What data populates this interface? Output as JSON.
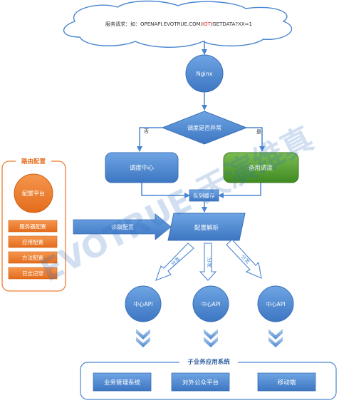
{
  "cloud": {
    "prefix": "服务请求：如：OPENAPI.EVOTRUE.COM/",
    "highlight": "IOT",
    "suffix": "/GETDATA?XX=1"
  },
  "nginx": "Nginx",
  "decision": {
    "label": "调度是否异常",
    "no": "否",
    "yes": "是"
  },
  "dispatch_center": "调度中心",
  "backup_dispatch": "备用调度",
  "queue_cache": "队列缓存",
  "config_parse": "配置解析",
  "load_config": "读取配置",
  "distribute": [
    "分发",
    "分发",
    "分发"
  ],
  "api_nodes": [
    "中心API",
    "中心API",
    "中心API"
  ],
  "route_config": {
    "title": "路由配置",
    "platform": "配置平台",
    "items": [
      "服务器配置",
      "应用配置",
      "方法配置",
      "日志记录"
    ]
  },
  "subsystem": {
    "title": "子业务应用系统",
    "items": [
      "业务管理系统",
      "对外公众平台",
      "移动端"
    ]
  },
  "watermark": "EVOTRUE 天演维真",
  "colors": {
    "blue": "#4a86d0",
    "green": "#549a2e",
    "orange": "#ed7d31",
    "accent": "#e0222a"
  }
}
